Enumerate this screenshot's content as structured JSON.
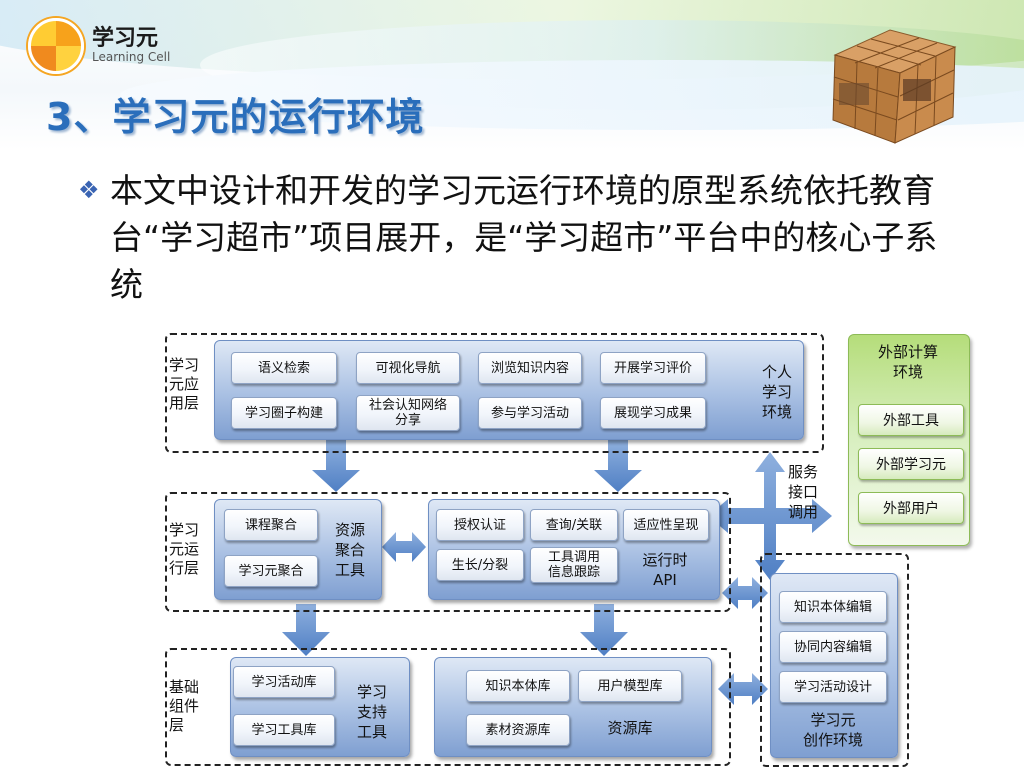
{
  "header": {
    "logo_cn": "学习元",
    "logo_en": "Learning Cell",
    "title": "3、学习元的运行环境"
  },
  "body_text": {
    "bullet": "本文中设计和开发的学习元运行环境的原型系统依托教育台“学习超市”项目展开，是“学习超市”平台中的核心子系统"
  },
  "diagram": {
    "layers": {
      "app": "学习\n元应\n用层",
      "run": "学习\n元运\n行层",
      "base": "基础\n组件\n层"
    },
    "app_panel": {
      "label": "个人\n学习\n环境",
      "items": [
        "语义检索",
        "可视化导航",
        "浏览知识内容",
        "开展学习评价",
        "学习圈子构建",
        "社会认知网络\n分享",
        "参与学习活动",
        "展现学习成果"
      ]
    },
    "resource_agg": {
      "label": "资源\n聚合\n工具",
      "items": [
        "课程聚合",
        "学习元聚合"
      ]
    },
    "runtime": {
      "label": "运行时\nAPI",
      "items": [
        "授权认证",
        "查询/关联",
        "适应性呈现",
        "生长/分裂",
        "工具调用\n信息跟踪"
      ]
    },
    "support_tools": {
      "label": "学习\n支持\n工具",
      "items": [
        "学习活动库",
        "学习工具库"
      ]
    },
    "resource_lib": {
      "label": "资源库",
      "items": [
        "知识本体库",
        "用户模型库",
        "素材资源库"
      ]
    },
    "external": {
      "title": "外部计算\n环境",
      "items": [
        "外部工具",
        "外部学习元",
        "外部用户"
      ]
    },
    "service_label": "服务\n接口\n调用",
    "authoring": {
      "label": "学习元\n创作环境",
      "items": [
        "知识本体编辑",
        "协同内容编辑",
        "学习活动设计"
      ]
    }
  }
}
